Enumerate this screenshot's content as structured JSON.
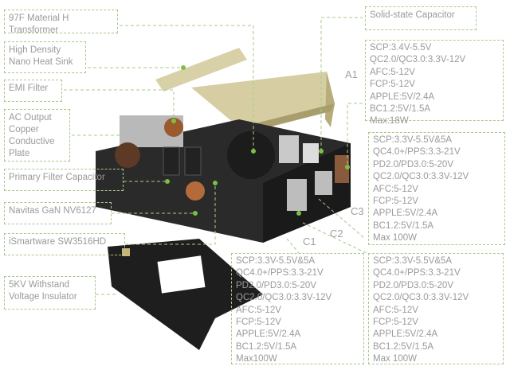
{
  "labels_left": [
    "97F Material H Transformer",
    "High Density Nano Heat Sink",
    "EMI Filter",
    "AC Output Copper Conductive Plate",
    "Primary Filter Capacitor",
    "Navitas GaN NV6127",
    "iSmartware SW3516HD",
    "5KV Withstand Voltage Insulator"
  ],
  "label_right": "Solid-state Capacitor",
  "ports": {
    "a1": {
      "name": "A1",
      "specs": [
        "SCP:3.4V-5.5V",
        "QC2.0/QC3.0:3.3V-12V",
        "AFC:5-12V",
        "FCP:5-12V",
        "APPLE:5V/2.4A",
        "BC1.2:5V/1.5A",
        "Max:18W"
      ]
    },
    "c3": {
      "name": "C3",
      "specs": [
        "SCP:3.3V-5.5V&5A",
        "QC4.0+/PPS:3.3-21V",
        "PD2.0/PD3.0:5-20V",
        "QC2.0/QC3.0:3.3V-12V",
        "AFC:5-12V",
        "FCP:5-12V",
        "APPLE:5V/2.4A",
        "BC1.2:5V/1.5A",
        "Max 100W"
      ]
    },
    "c2": {
      "name": "C2",
      "specs": [
        "SCP:3.3V-5.5V&5A",
        "QC4.0+/PPS:3.3-21V",
        "PD2.0/PD3.0:5-20V",
        "QC2.0/QC3.0:3.3V-12V",
        "AFC:5-12V",
        "FCP:5-12V",
        "APPLE:5V/2.4A",
        "BC1.2:5V/1.5A",
        "Max 100W"
      ]
    },
    "c1": {
      "name": "C1",
      "specs": [
        "SCP:3.3V-5.5V&5A",
        "QC4.0+/PPS:3.3-21V",
        "PD2.0/PD3.0:5-20V",
        "QC2.0/QC3.0:3.3V-12V",
        "AFC:5-12V",
        "FCP:5-12V",
        "APPLE:5V/2.4A",
        "BC1.2:5V/1.5A",
        "Max100W"
      ]
    }
  },
  "colors": {
    "dash": "#a8c98a",
    "marker": "#7bc043",
    "text": "#9a9a9a"
  }
}
